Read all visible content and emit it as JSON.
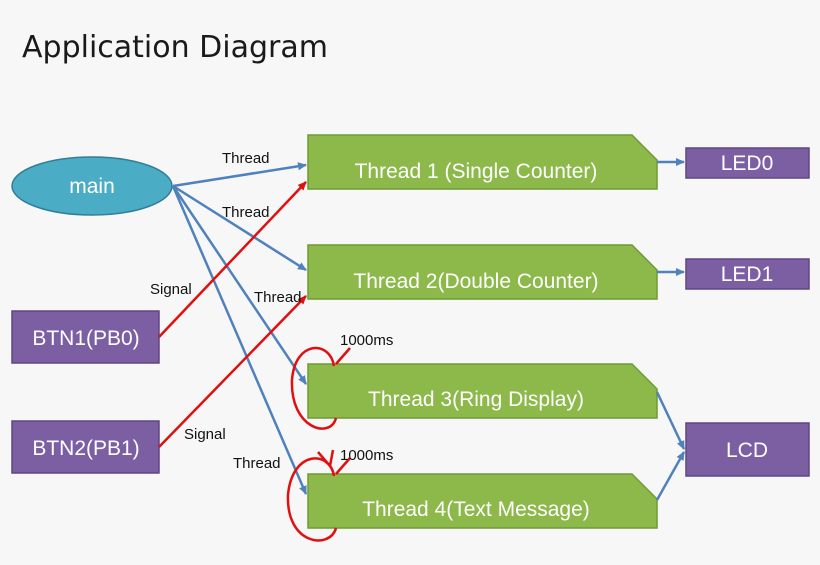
{
  "title": "Application Diagram",
  "nodes": {
    "main": "main",
    "btn1": "BTN1(PB0)",
    "btn2": "BTN2(PB1)",
    "thread1": "Thread 1 (Single Counter)",
    "thread2": "Thread 2(Double Counter)",
    "thread3": "Thread 3(Ring Display)",
    "thread4": "Thread 4(Text Message)",
    "led0": "LED0",
    "led1": "LED1",
    "lcd": "LCD"
  },
  "edge_labels": {
    "thread_a": "Thread",
    "thread_b": "Thread",
    "thread_c": "Thread",
    "thread_d": "Thread",
    "signal_a": "Signal",
    "signal_b": "Signal",
    "loop3": "1000ms",
    "loop4": "1000ms"
  },
  "colors": {
    "main_fill": "#4bacc6",
    "thread_fill": "#8db84a",
    "io_fill": "#7c5fa3",
    "thread_edge": "#4f81bd",
    "signal_edge": "#e01010"
  }
}
